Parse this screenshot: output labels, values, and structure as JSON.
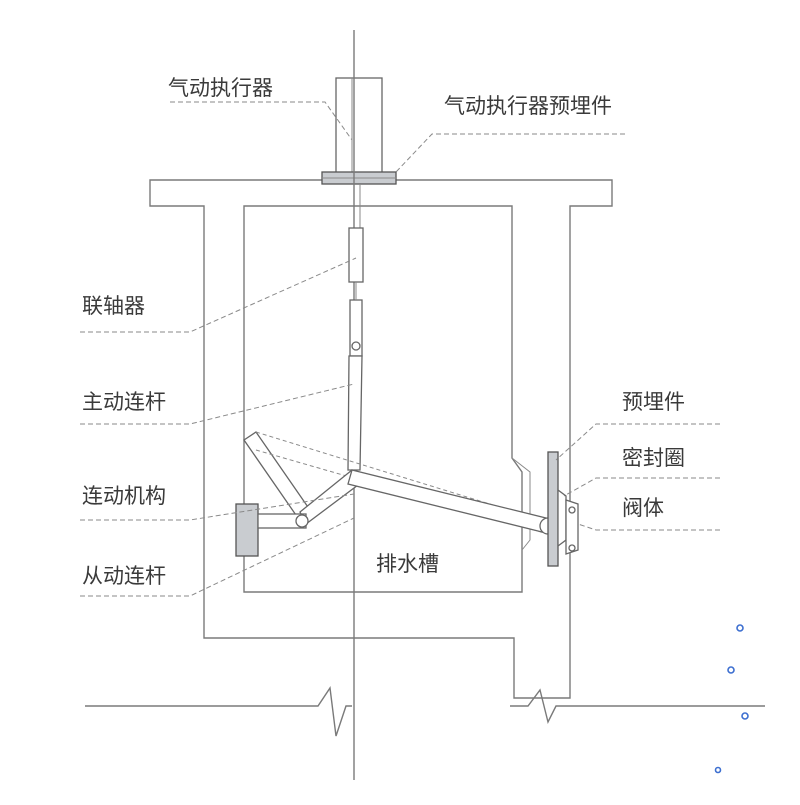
{
  "labels": {
    "actuator": "气动执行器",
    "actuator_embedded": "气动执行器预埋件",
    "coupling": "联轴器",
    "drive_link": "主动连杆",
    "linkage": "连动机构",
    "driven_link": "从动连杆",
    "embedded_part": "预埋件",
    "seal_ring": "密封圈",
    "valve_body": "阀体",
    "drain_channel": "排水槽"
  },
  "colors": {
    "line": "#7a7a7a",
    "text": "#3a3a3a",
    "accent_drops": "#3d6fd0"
  }
}
